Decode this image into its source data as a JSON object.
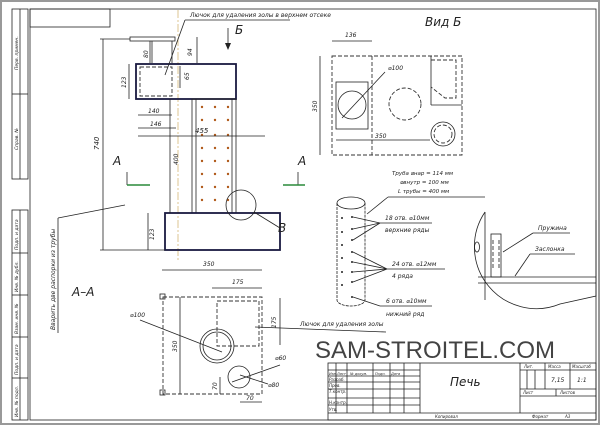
{
  "sheet": {
    "side_stamp": [
      "Перв. примен.",
      "Справ. №",
      "Подп. и дата",
      "Инв. № дубл.",
      "Взам. инв. №",
      "Подп. и дата",
      "Инв. № подл."
    ],
    "watermark": "SAM-STROITEL.COM"
  },
  "elevation": {
    "top_note": "Лючок для удаления золы в верхнем отсеке",
    "view_arrow": "Б",
    "section_mark_left": "А",
    "section_mark_right": "А",
    "callout": "В",
    "side_note": "Вварить две распорки из трубы",
    "dims": {
      "d80": "80",
      "d94": "94",
      "d123_top": "123",
      "d65": "65",
      "d140": "140",
      "d146": "146",
      "d455": "455",
      "d740": "740",
      "d400": "400",
      "d123_bot": "123"
    }
  },
  "view_b": {
    "title": "Вид Б",
    "dims": {
      "w136": "136",
      "h350": "350",
      "w350": "350",
      "dia100": "⌀100"
    }
  },
  "pipe": {
    "spec_lines": [
      "Труба ⌀нар = 114 мм",
      "⌀внутр = 100 мм",
      "L трубы = 400 мм"
    ],
    "notes": [
      {
        "line1": "18 отв. ⌀10мм",
        "line2": "верхние ряды"
      },
      {
        "line1": "24 отв. ⌀12мм",
        "line2": "4 ряда"
      },
      {
        "line1": "6 отв. ⌀10мм",
        "line2": "нижний ряд"
      }
    ]
  },
  "detail_v": {
    "spring": "Пружина",
    "damper": "Заслонка"
  },
  "section_aa": {
    "title": "А–А",
    "ash_note": "Лючок для удаления золы",
    "dims": {
      "w350": "350",
      "w175": "175",
      "h175": "175",
      "h350": "350",
      "dia100": "⌀100",
      "dia60": "⌀60",
      "dia80": "⌀80",
      "d70v": "70",
      "d70h": "70"
    }
  },
  "title_block": {
    "name": "Печь",
    "headers": [
      "Изм.",
      "Лист",
      "№ докум.",
      "Подп.",
      "Дата"
    ],
    "roles": [
      "Разраб.",
      "Пров.",
      "Т.контр.",
      "Н.контр.",
      "Утв."
    ],
    "lit_label": "Лит.",
    "mass_label": "Масса",
    "scale_label": "Масштаб",
    "mass": "7,15",
    "scale": "1:1",
    "sheet_label": "Лист",
    "sheets_label": "Листов",
    "copied": "Копировал",
    "format_label": "Формат",
    "format": "А3"
  }
}
